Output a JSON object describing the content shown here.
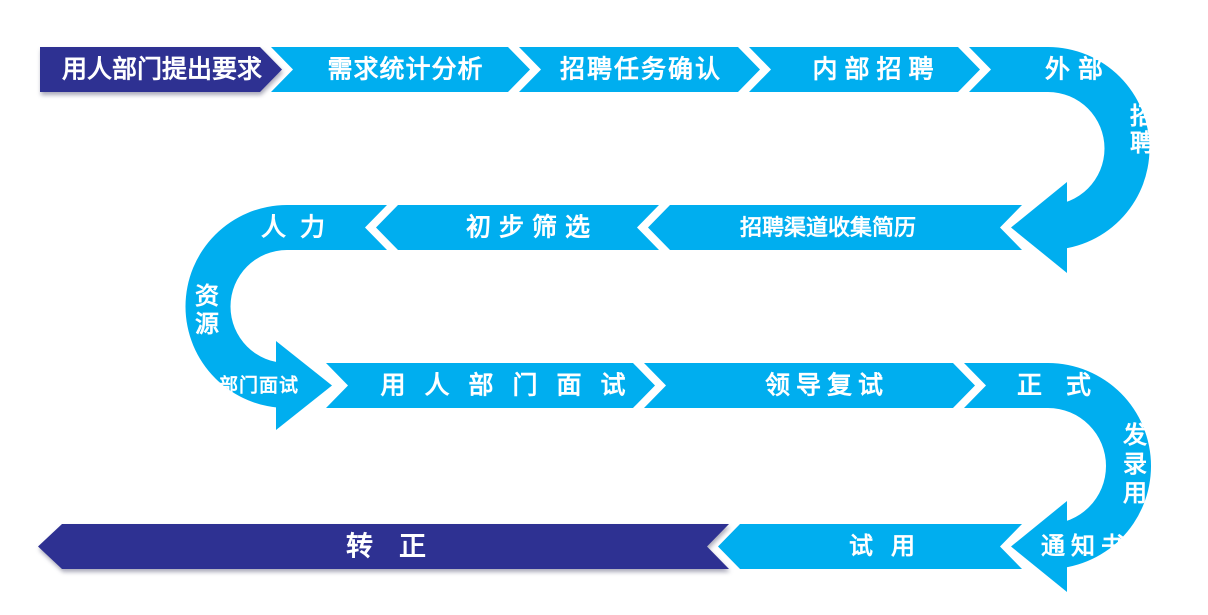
{
  "colors": {
    "flow": "#00AEEF",
    "emphasis": "#2E3192",
    "text": "#FFFFFF",
    "background": "#FFFFFF"
  },
  "steps": [
    {
      "label": "用人部门提出要求"
    },
    {
      "label": "需求统计分析"
    },
    {
      "label": "招聘任务确认"
    },
    {
      "label": "内部招聘"
    },
    {
      "label": "外部招聘",
      "part_top": "外部",
      "part_side": "招聘"
    },
    {
      "label": "招聘渠道收集简历"
    },
    {
      "label": "初步筛选"
    },
    {
      "label": "人力资源部门面试",
      "part_top": "人力",
      "part_side": "资源",
      "part_bottom": "部门面试"
    },
    {
      "label": "用人部门面试"
    },
    {
      "label": "领导复试"
    },
    {
      "label": "正式发录用通知书",
      "part_top": "正式",
      "part_side": "发录用",
      "part_bottom": "通知书"
    },
    {
      "label": "试用"
    },
    {
      "label": "转正"
    }
  ]
}
